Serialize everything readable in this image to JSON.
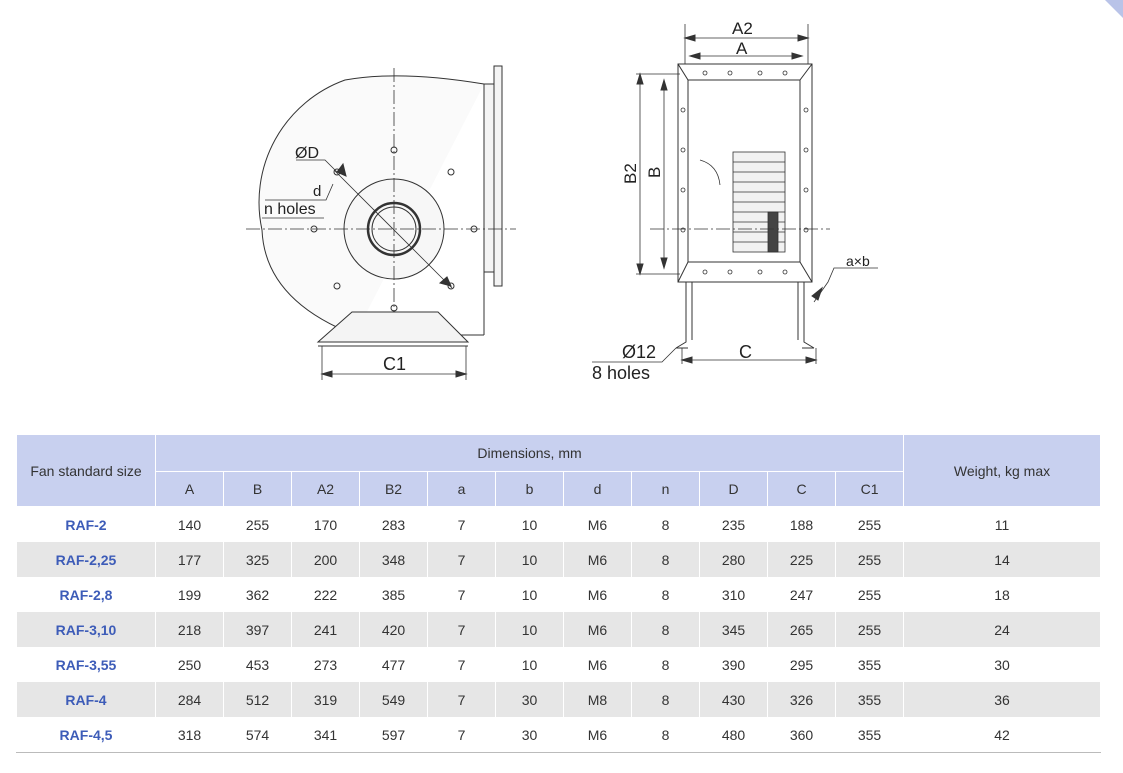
{
  "drawing": {
    "side_view_labels": {
      "diameter": "ØD",
      "d": "d",
      "n_holes": "n holes",
      "c1": "C1"
    },
    "front_view_labels": {
      "a2": "A2",
      "a": "A",
      "b2": "B2",
      "b": "B",
      "axb": "a×b",
      "c": "C",
      "hole_dia": "Ø12",
      "hole_count": "8 holes"
    }
  },
  "table": {
    "header_size": "Fan standard size",
    "header_dimensions": "Dimensions, mm",
    "header_weight": "Weight, kg max",
    "columns": [
      "A",
      "B",
      "A2",
      "B2",
      "a",
      "b",
      "d",
      "n",
      "D",
      "C",
      "C1"
    ],
    "rows": [
      {
        "size": "RAF-2",
        "values": [
          "140",
          "255",
          "170",
          "283",
          "7",
          "10",
          "M6",
          "8",
          "235",
          "188",
          "255"
        ],
        "weight": "11"
      },
      {
        "size": "RAF-2,25",
        "values": [
          "177",
          "325",
          "200",
          "348",
          "7",
          "10",
          "M6",
          "8",
          "280",
          "225",
          "255"
        ],
        "weight": "14"
      },
      {
        "size": "RAF-2,8",
        "values": [
          "199",
          "362",
          "222",
          "385",
          "7",
          "10",
          "M6",
          "8",
          "310",
          "247",
          "255"
        ],
        "weight": "18"
      },
      {
        "size": "RAF-3,10",
        "values": [
          "218",
          "397",
          "241",
          "420",
          "7",
          "10",
          "M6",
          "8",
          "345",
          "265",
          "255"
        ],
        "weight": "24"
      },
      {
        "size": "RAF-3,55",
        "values": [
          "250",
          "453",
          "273",
          "477",
          "7",
          "10",
          "M6",
          "8",
          "390",
          "295",
          "355"
        ],
        "weight": "30"
      },
      {
        "size": "RAF-4",
        "values": [
          "284",
          "512",
          "319",
          "549",
          "7",
          "30",
          "M8",
          "8",
          "430",
          "326",
          "355"
        ],
        "weight": "36"
      },
      {
        "size": "RAF-4,5",
        "values": [
          "318",
          "574",
          "341",
          "597",
          "7",
          "30",
          "M6",
          "8",
          "480",
          "360",
          "355"
        ],
        "weight": "42"
      }
    ]
  },
  "colors": {
    "header_bg": "#c8d0ef",
    "size_text": "#3d5cb8",
    "alt_row_bg": "#e6e6e6",
    "accent": "#b9c3e8"
  }
}
